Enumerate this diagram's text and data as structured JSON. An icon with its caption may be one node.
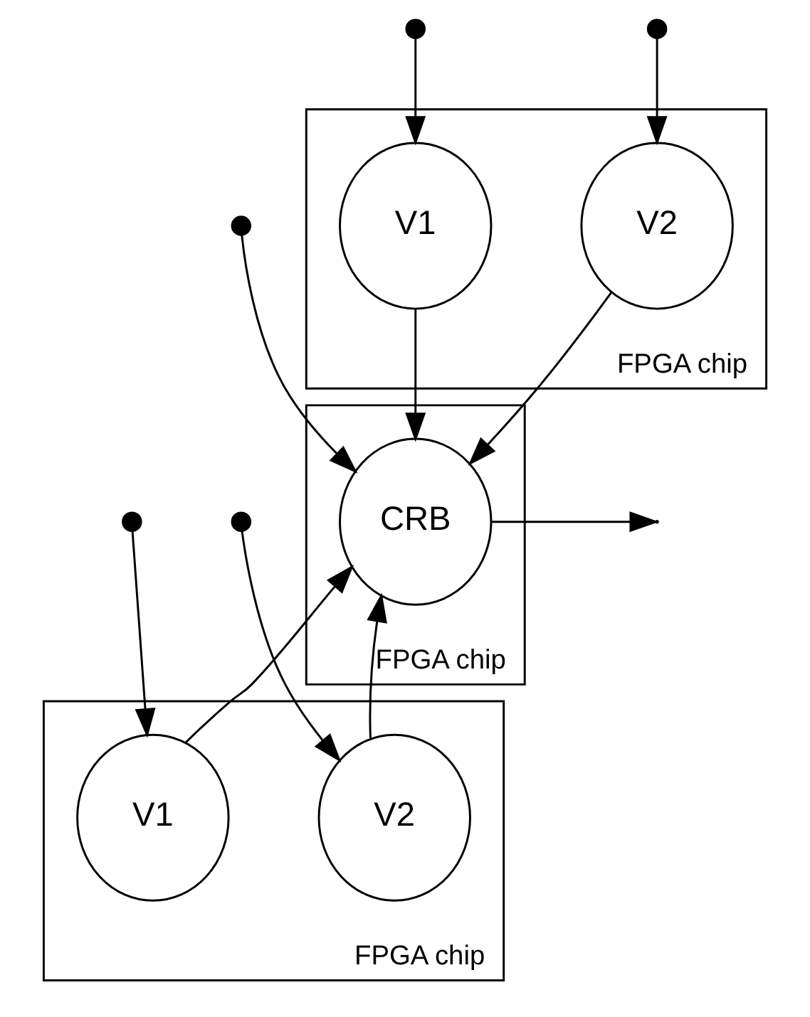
{
  "diagram": {
    "nodes": [
      {
        "text": [
          "FPGA chip"
        ]
      },
      {
        "text": [
          "V1"
        ],
        "in": 0
      },
      {
        "text": [
          "V2"
        ],
        "in": 0
      },
      {
        "text": [
          "FPGA chip"
        ]
      },
      {
        "text": [
          "CRB"
        ],
        "in": 3
      },
      {
        "text": [
          "FPGA chip"
        ]
      },
      {
        "text": [
          "V1"
        ],
        "in": 5
      },
      {
        "text": [
          "V2"
        ],
        "in": 5
      }
    ],
    "edges": [
      {
        "from": null,
        "to": 1,
        "arrow": "to"
      },
      {
        "from": null,
        "to": 2,
        "arrow": "to"
      },
      {
        "from": null,
        "to": 4,
        "arrow": "to"
      },
      {
        "from": null,
        "to": 6,
        "arrow": "to"
      },
      {
        "from": null,
        "to": 7,
        "arrow": "to"
      },
      {
        "from": 1,
        "to": 4,
        "arrow": "to"
      },
      {
        "from": 2,
        "to": 4,
        "arrow": "to"
      },
      {
        "from": 6,
        "to": 4,
        "arrow": "to"
      },
      {
        "from": 7,
        "to": 4,
        "arrow": "to"
      },
      {
        "from": 4,
        "to": null,
        "arrow": "to"
      }
    ]
  }
}
